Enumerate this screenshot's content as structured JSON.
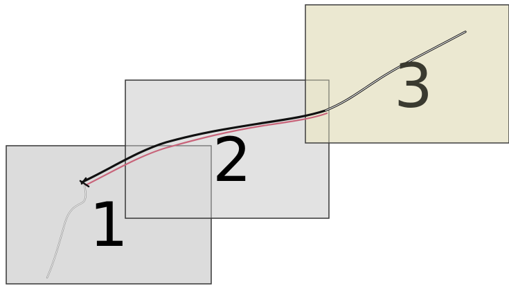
{
  "panels": [
    {
      "label": "1",
      "fill": "#dcdcdc"
    },
    {
      "label": "2",
      "fill": "#dcdcdc"
    },
    {
      "label": "3",
      "fill": "#e9e6cc"
    }
  ],
  "colors": {
    "panel_border": "#3c3c3c",
    "label_color_dark": "#000000",
    "label_color_3": "#3a3a30",
    "trace_black": "#111111",
    "trace_red": "#c8647a",
    "trace_white": "#f5f5f5",
    "trace_gray": "#8a8a8a"
  }
}
